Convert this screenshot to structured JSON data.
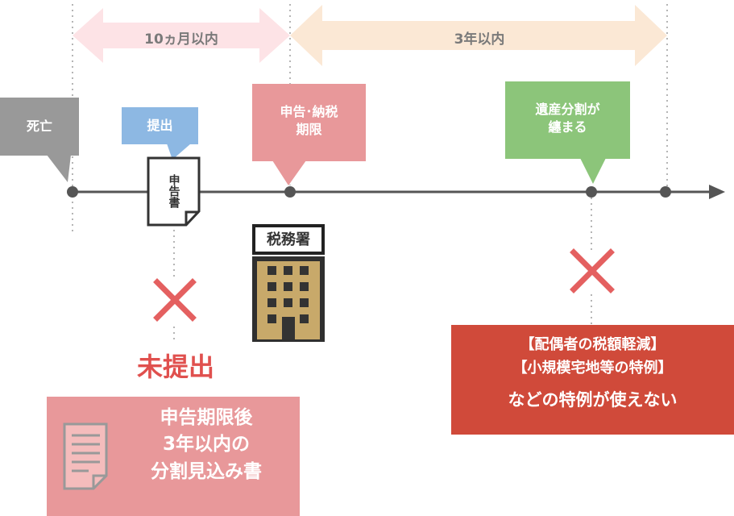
{
  "spans": {
    "first": "10ヵ月以内",
    "second": "3年以内"
  },
  "events": {
    "death": "死亡",
    "submit": "提出",
    "deadline_line1": "申告･納税",
    "deadline_line2": "期限",
    "division_line1": "遺産分割が",
    "division_line2": "纏まる"
  },
  "document_label": "申告書",
  "tax_office_label": "税務署",
  "not_submitted": "未提出",
  "pink_box": {
    "line1": "申告期限後",
    "line2": "3年以内の",
    "line3": "分割見込み書"
  },
  "red_box": {
    "line1": "【配偶者の税額軽減】",
    "line2": "【小規模宅地等の特例】",
    "line3": "などの特例が使えない"
  },
  "colors": {
    "gray": "#999999",
    "blue": "#8db8e3",
    "pink": "#e8989a",
    "green": "#8cc57a",
    "red": "#d04a3a",
    "cross": "#e46060",
    "arrow_pink": "#fde3e6",
    "arrow_peach": "#fbe8d5"
  }
}
